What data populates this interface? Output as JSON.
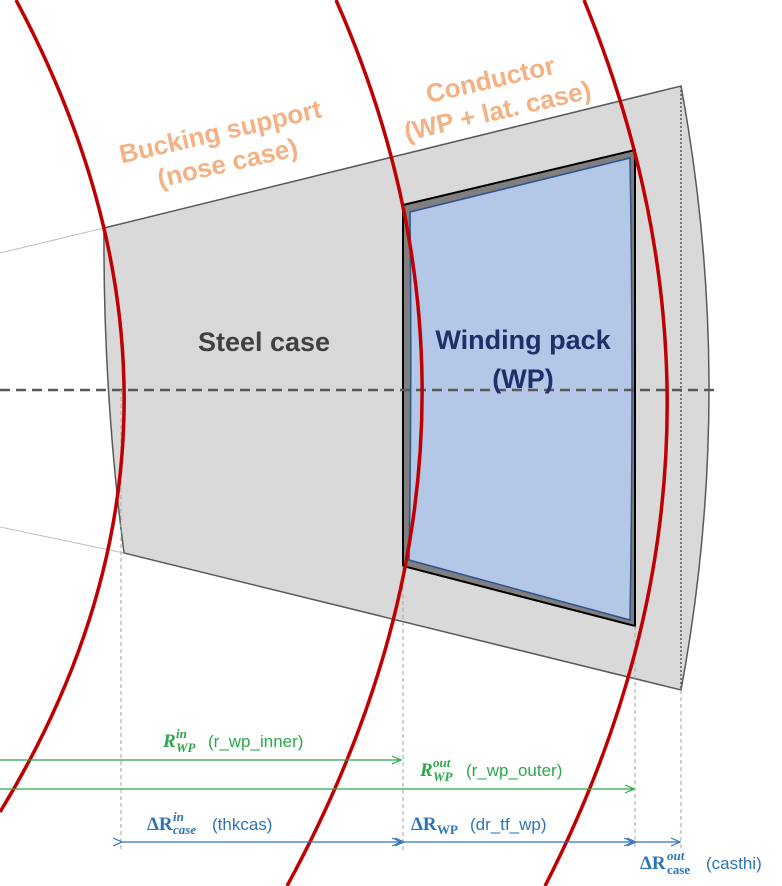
{
  "labels": {
    "bucking_line1": "Bucking support",
    "bucking_line2": "(nose case)",
    "conductor_line1": "Conductor",
    "conductor_line2": "(WP + lat. case)",
    "steel_case": "Steel case",
    "winding_pack_line1": "Winding pack",
    "winding_pack_line2": "(WP)"
  },
  "dimensions": {
    "r_wp_inner": {
      "symbol": "R",
      "sup": "in",
      "sub": "WP",
      "name": "(r_wp_inner)"
    },
    "r_wp_outer": {
      "symbol": "R",
      "sup": "out",
      "sub": "WP",
      "name": "(r_wp_outer)"
    },
    "thkcas": {
      "symbol": "ΔR",
      "sup": "in",
      "sub": "case",
      "name": "(thkcas)"
    },
    "dr_tf_wp": {
      "symbol": "ΔR",
      "sub": "WP",
      "name": "(dr_tf_wp)"
    },
    "casthi": {
      "symbol": "ΔR",
      "sup": "out",
      "sub": "case",
      "name": "(casthi)"
    }
  },
  "colors": {
    "case_fill": "#d9d9d9",
    "wp_fill": "#b4c7e7",
    "arc_red": "#c00000",
    "label_orange": "#f4b183",
    "green": "#2aa84a",
    "blue": "#2e75b6"
  }
}
